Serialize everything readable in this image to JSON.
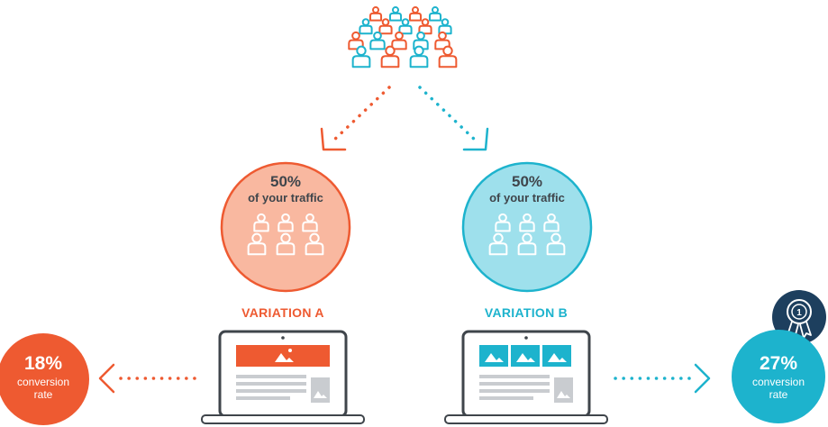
{
  "colors": {
    "orange": "#ee5a31",
    "orange_light": "#f9b8a0",
    "teal": "#1db3cd",
    "teal_light": "#9ee0ec",
    "navy": "#1d3f5e",
    "text": "#3f454b"
  },
  "crowd_icon": "people-crowd-icon",
  "group_a": {
    "percent": "50%",
    "caption": "of your traffic"
  },
  "group_b": {
    "percent": "50%",
    "caption": "of your traffic"
  },
  "variation_a": {
    "label": "VARIATION A"
  },
  "variation_b": {
    "label": "VARIATION B"
  },
  "result_a": {
    "value": "18%",
    "line1": "conversion",
    "line2": "rate"
  },
  "result_b": {
    "value": "27%",
    "line1": "conversion",
    "line2": "rate",
    "badge_number": "1",
    "badge_icon": "award-ribbon-icon"
  }
}
